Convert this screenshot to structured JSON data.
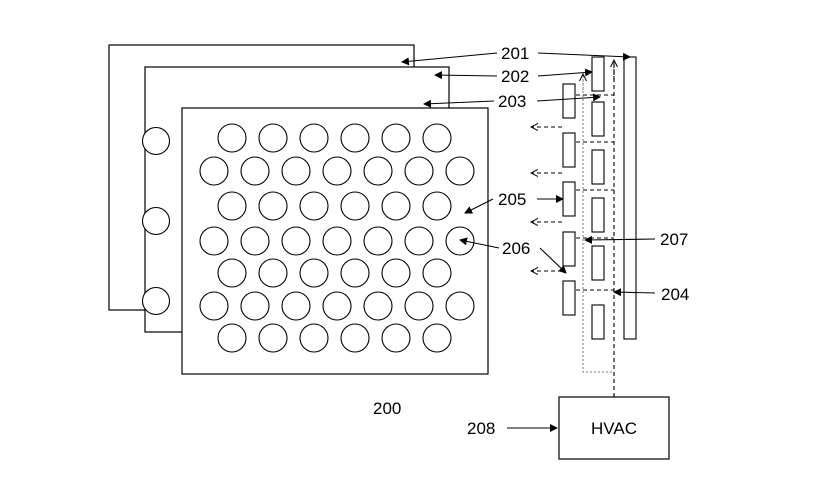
{
  "labels": {
    "ref_201": "201",
    "ref_202": "202",
    "ref_203": "203",
    "ref_204": "204",
    "ref_205": "205",
    "ref_206": "206",
    "ref_207": "207",
    "ref_208": "208",
    "figure_number": "200",
    "hvac_box": "HVAC"
  },
  "colors": {
    "ink": "#000000",
    "background": "#ffffff",
    "dotted_line": "#777777"
  }
}
